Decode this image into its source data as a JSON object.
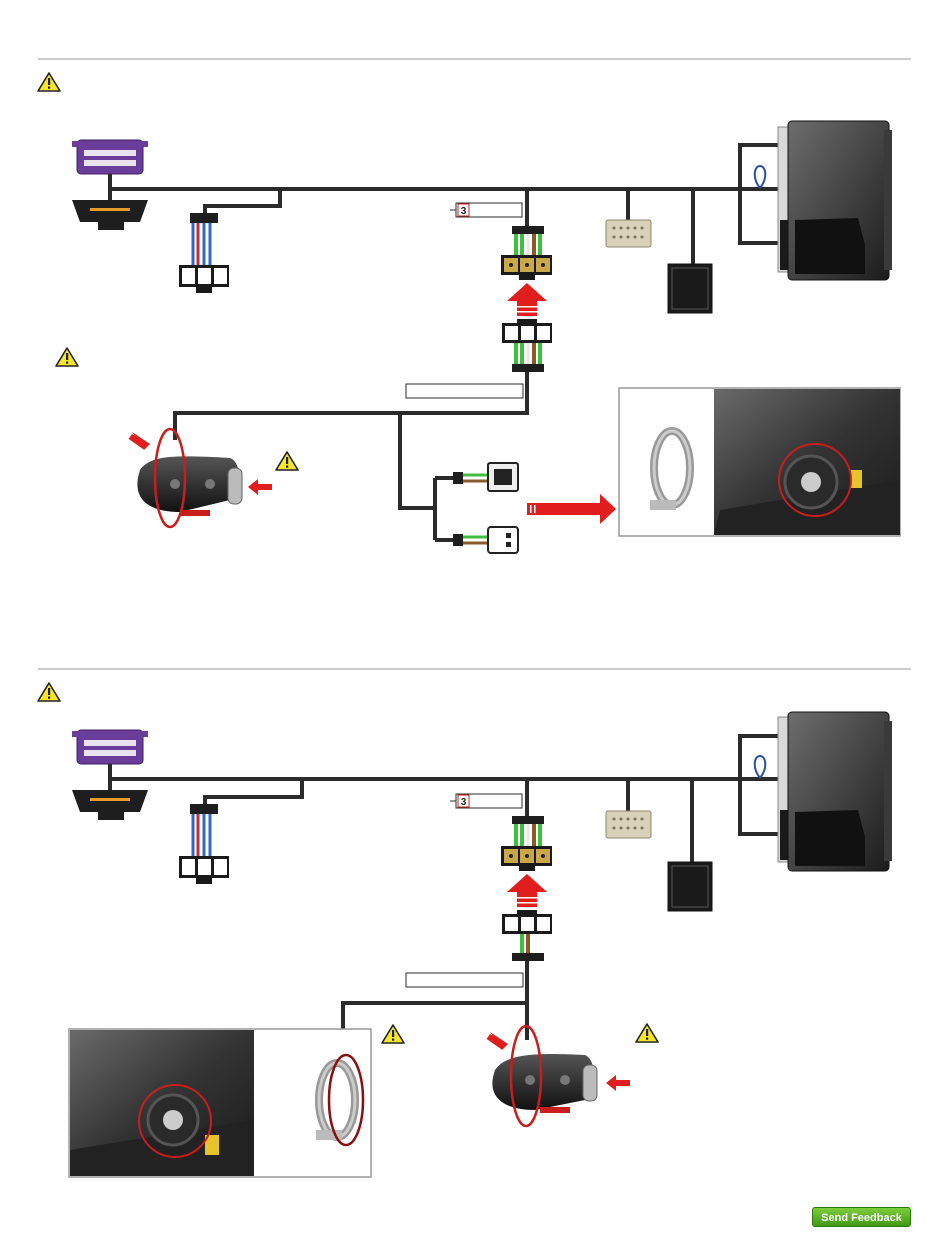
{
  "diagrams": [
    {
      "id": "diagram-top",
      "connector_number": "3"
    },
    {
      "id": "diagram-bottom",
      "connector_number": "3"
    }
  ],
  "footer": {
    "send_feedback_label": "Send Feedback"
  },
  "colors": {
    "wire": "#2b2b2b",
    "warning_yellow": "#f5e629",
    "arrow_red": "#e01e1e",
    "obd_purple": "#6a3d9a",
    "wire_green": "#3fbf3f",
    "wire_blue": "#3366cc",
    "wire_red": "#cc2b2b",
    "wire_brown": "#8a5a2b",
    "button_green": "#4caf27"
  },
  "icons": [
    "warning-icon",
    "obd-connector-icon",
    "key-fob-icon",
    "transponder-ring-icon",
    "module-icon",
    "arrow-icon"
  ]
}
